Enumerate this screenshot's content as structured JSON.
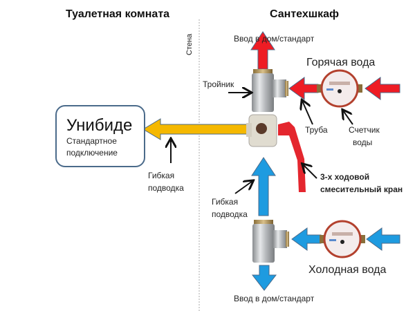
{
  "headers": {
    "left": "Туалетная комната",
    "right": "Сантехшкаф"
  },
  "wall_label": "Стена",
  "fixture": {
    "title": "Унибиде",
    "subtitle_line1": "Стандартное",
    "subtitle_line2": "подключение"
  },
  "labels": {
    "inlet_top": "Ввод в дом/стандарт",
    "inlet_bottom": "Ввод в дом/стандарт",
    "hot_water": "Горячая вода",
    "cold_water": "Холодная вода",
    "tee": "Тройник",
    "pipe": "Труба",
    "meter_line1": "Счетчик",
    "meter_line2": "воды",
    "flex_left_line1": "Гибкая",
    "flex_left_line2": "подводка",
    "flex_mid_line1": "Гибкая",
    "flex_mid_line2": "подводка",
    "valve_line1": "3-х ходовой",
    "valve_line2": "смесительный кран"
  },
  "colors": {
    "hot": "#ee1c24",
    "cold": "#1e9be0",
    "mixed": "#f5b800",
    "box_border": "#4a6a8a",
    "wall": "#aaaaaa"
  }
}
